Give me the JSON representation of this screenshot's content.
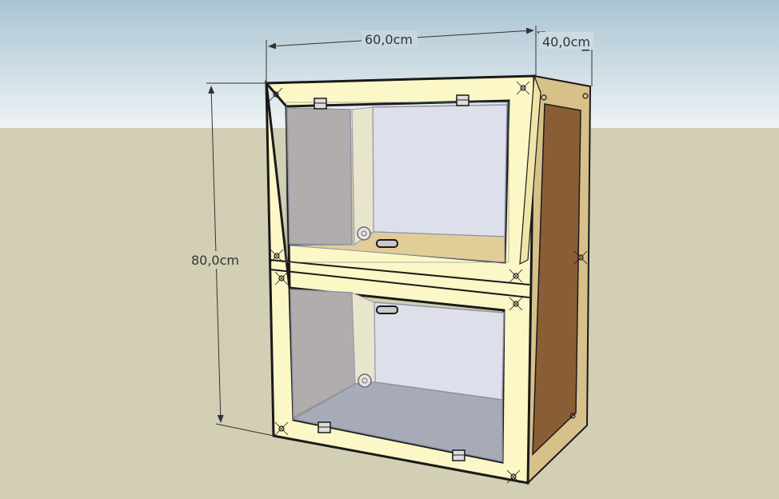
{
  "dimensions": {
    "width": "60,0cm",
    "depth": "40,0cm",
    "height": "80,0cm"
  },
  "colors": {
    "sky_top": "#a9c4d2",
    "sky_bottom": "#eef3f5",
    "ground": "#d2cfb4",
    "frame_front": "#fcf7c6",
    "frame_side": "#d8c08a",
    "panel_side": "#8a5e35",
    "glass_left": "#b1adac",
    "glass_back": "#dde0ea",
    "glass_floor": "#a7abb7",
    "edge": "#1a1a1a",
    "dimension_line": "#333333"
  },
  "icons": [
    "hinge-icon",
    "handle-icon",
    "screw-icon"
  ]
}
